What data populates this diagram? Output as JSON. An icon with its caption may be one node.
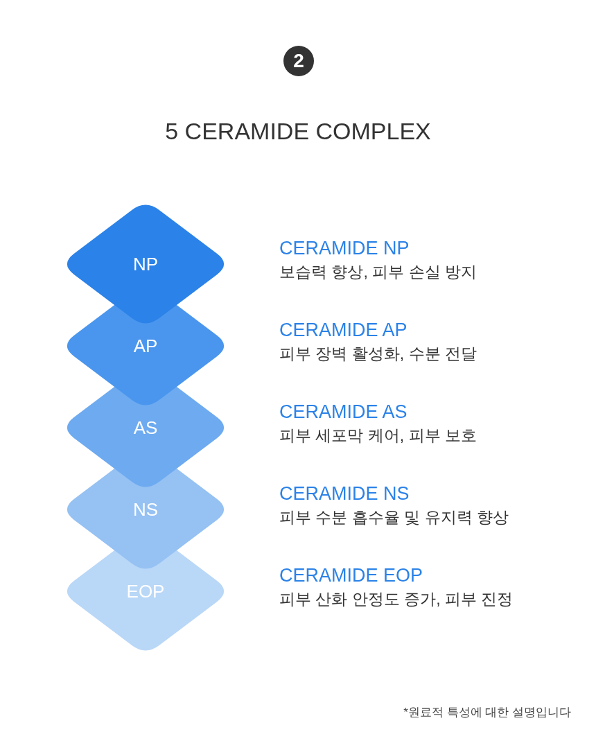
{
  "diagram": {
    "title": "5 CERAMIDE COMPLEX",
    "caption": "*원료적 특성에 대한 설명입니다",
    "nodes": [
      {
        "text": [
          "NP"
        ],
        "beside": [
          "CERAMIDE NP",
          "보습력 향상, 피부 손실 방지"
        ]
      },
      {
        "text": [
          "AP"
        ],
        "beside": [
          "CERAMIDE AP",
          "피부 장벽 활성화, 수분 전달"
        ]
      },
      {
        "text": [
          "AS"
        ],
        "beside": [
          "CERAMIDE AS",
          "피부 세포막 케어, 피부 보호"
        ]
      },
      {
        "text": [
          "NS"
        ],
        "beside": [
          "CERAMIDE NS",
          "피부 수분 흡수율 및 유지력 향상"
        ]
      },
      {
        "text": [
          "EOP"
        ],
        "beside": [
          "CERAMIDE EOP",
          "피부 산화 안정도 증가, 피부 진정"
        ]
      }
    ],
    "edges": [],
    "labels": [
      "2"
    ]
  }
}
